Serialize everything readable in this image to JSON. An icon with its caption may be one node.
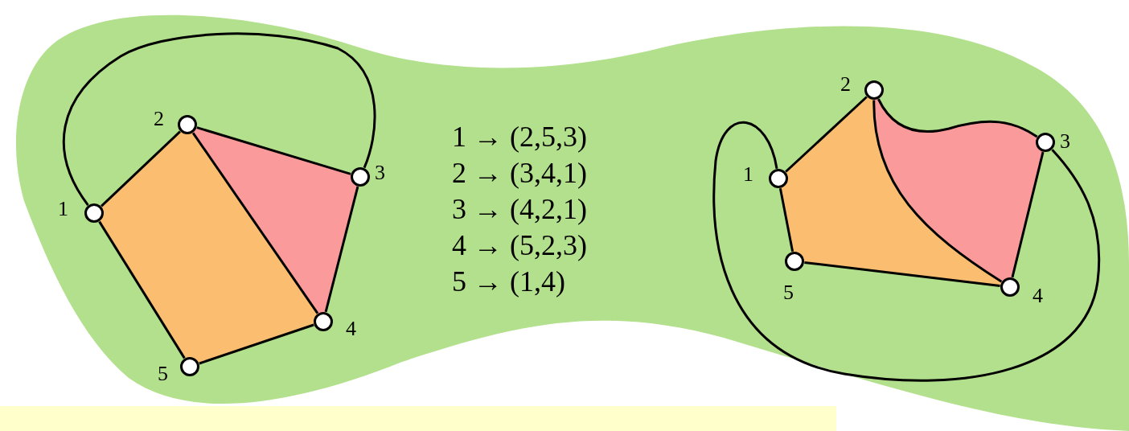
{
  "diagram": {
    "nodes": [
      {
        "text": [],
        "shape": "circle",
        "beside": [
          "1"
        ]
      },
      {
        "text": [],
        "shape": "circle",
        "beside": [
          "2"
        ]
      },
      {
        "text": [],
        "shape": "circle",
        "beside": [
          "3"
        ]
      },
      {
        "text": [],
        "shape": "circle",
        "beside": [
          "4"
        ]
      },
      {
        "text": [],
        "shape": "circle",
        "beside": [
          "5"
        ]
      },
      {
        "text": [],
        "shape": "circle",
        "beside": [
          "1"
        ]
      },
      {
        "text": [],
        "shape": "circle",
        "beside": [
          "2"
        ]
      },
      {
        "text": [],
        "shape": "circle",
        "beside": [
          "3"
        ]
      },
      {
        "text": [],
        "shape": "circle",
        "beside": [
          "4"
        ]
      },
      {
        "text": [],
        "shape": "circle",
        "beside": [
          "5"
        ]
      }
    ],
    "edges": [
      {
        "from": 0,
        "to": 1,
        "arrow": "none"
      },
      {
        "from": 1,
        "to": 2,
        "arrow": "none"
      },
      {
        "from": 2,
        "to": 3,
        "arrow": "none"
      },
      {
        "from": 3,
        "to": 4,
        "arrow": "none"
      },
      {
        "from": 4,
        "to": 0,
        "arrow": "none"
      },
      {
        "from": 1,
        "to": 3,
        "arrow": "none"
      },
      {
        "from": 0,
        "to": 2,
        "arrow": "none"
      },
      {
        "from": 5,
        "to": 6,
        "arrow": "none"
      },
      {
        "from": 6,
        "to": 7,
        "arrow": "none"
      },
      {
        "from": 7,
        "to": 8,
        "arrow": "none"
      },
      {
        "from": 8,
        "to": 9,
        "arrow": "none"
      },
      {
        "from": 9,
        "to": 5,
        "arrow": "none"
      },
      {
        "from": 6,
        "to": 8,
        "arrow": "none"
      },
      {
        "from": 5,
        "to": 7,
        "arrow": "none"
      }
    ],
    "labels": [
      "1 → (2,5,3)",
      "2 → (3,4,1)",
      "3 → (4,2,1)",
      "4 → (5,2,3)",
      "5 → (1,4)"
    ]
  }
}
